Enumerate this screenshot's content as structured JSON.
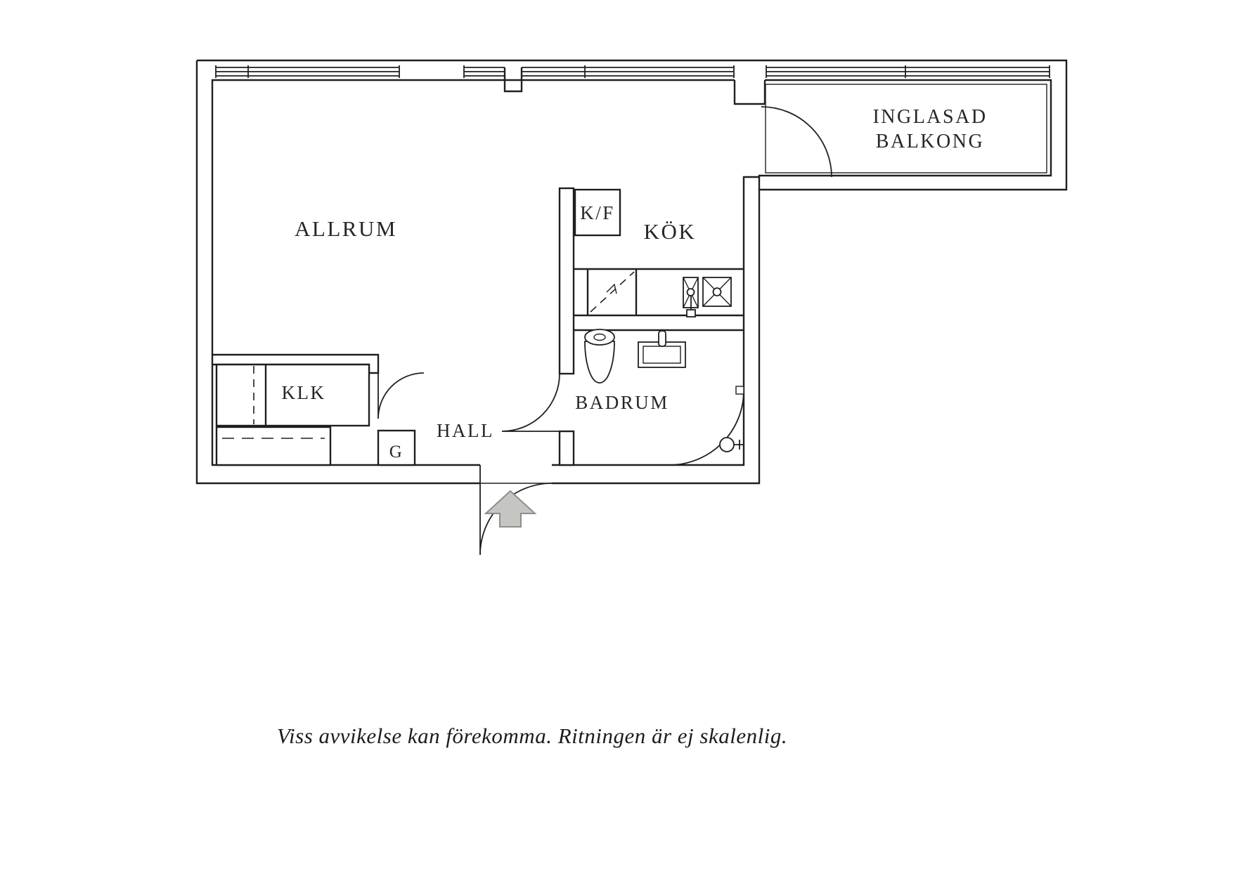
{
  "rooms": {
    "allrum": "ALLRUM",
    "kok": "KÖK",
    "kf": "K/F",
    "balkong_line1": "INGLASAD",
    "balkong_line2": "BALKONG",
    "klk": "KLK",
    "hall": "HALL",
    "garderob": "G",
    "badrum": "BADRUM"
  },
  "caption": "Viss avvikelse kan förekomma. Ritningen är ej skalenlig.",
  "colors": {
    "line": "#1f1f1f",
    "label": "#262626",
    "arrow_fill": "#c5c5c2",
    "arrow_stroke": "#8e8e8b",
    "bg": "#ffffff"
  }
}
